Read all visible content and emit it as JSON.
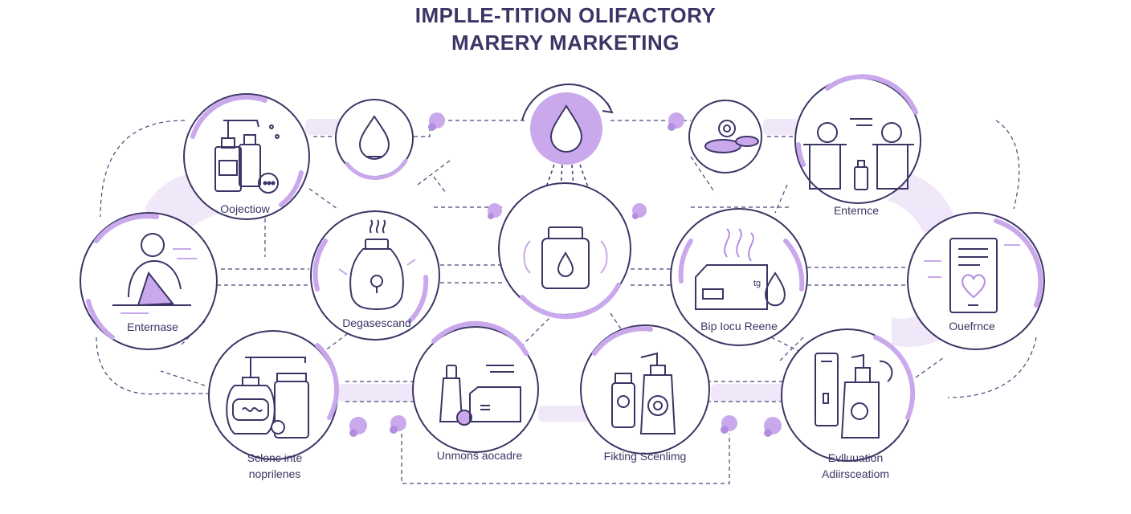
{
  "title": {
    "line1": "IMPLLE-TITION OLIFACTORY",
    "line2": "MARERY MARKETING"
  },
  "colors": {
    "ink": "#3b3565",
    "accent": "#b38ee0",
    "accent_soft": "#e3d5f5",
    "accent_fill": "#c9a8ec",
    "background": "#ffffff"
  },
  "nodes": [
    {
      "id": "objection",
      "label": "Oojectiow",
      "icon": "dropper-bottles-icon"
    },
    {
      "id": "drop-small",
      "label": "",
      "icon": "scent-drop-icon"
    },
    {
      "id": "drop-center",
      "label": "",
      "icon": "scent-drop-highlight-icon"
    },
    {
      "id": "diffuser-small",
      "label": "",
      "icon": "diffuser-stones-icon"
    },
    {
      "id": "enternce",
      "label": "Enternce",
      "icon": "staff-booths-icon"
    },
    {
      "id": "enternase",
      "label": "Enternase",
      "icon": "person-laptop-icon"
    },
    {
      "id": "degasescand",
      "label": "Degasescand",
      "icon": "scent-jar-icon"
    },
    {
      "id": "center-jar",
      "label": "",
      "icon": "diffusing-jar-icon"
    },
    {
      "id": "bip-iocu",
      "label": "Bip Iocu Reene",
      "icon": "scent-box-icon"
    },
    {
      "id": "ouefrnce",
      "label": "Ouefrnce",
      "icon": "heart-document-icon"
    },
    {
      "id": "sclonc",
      "label": "Sclonc inte\nnoprilenes",
      "icon": "pump-bottles-icon"
    },
    {
      "id": "unmons",
      "label": "Unmons aocadre",
      "icon": "dispenser-box-icon"
    },
    {
      "id": "fikting",
      "label": "Fikting Scenlimg",
      "icon": "spray-bottles-icon"
    },
    {
      "id": "evaluation",
      "label": "Evlluuation\nAdiirsceatiom",
      "icon": "product-display-icon"
    }
  ]
}
